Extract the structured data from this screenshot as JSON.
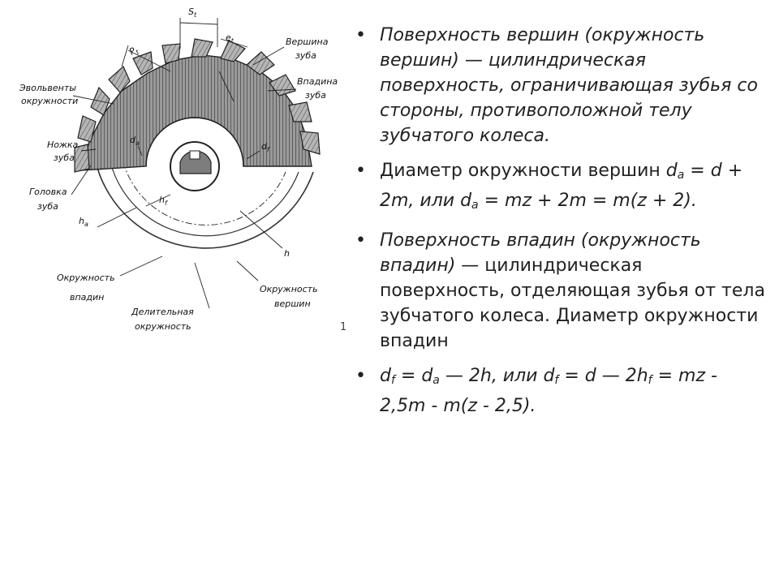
{
  "diagram": {
    "labels": {
      "s_t": "S",
      "s_t_sub": "t",
      "p_t": "P",
      "p_t_sub": "t",
      "e_t": "e",
      "e_t_sub": "t",
      "vershina_line1": "Вершина",
      "vershina_line2": "зуба",
      "vpadina_line1": "Впадина",
      "vpadina_line2": "зуба",
      "evolventy_line1": "Эвольвенты",
      "evolventy_line2": "окружности",
      "nozhka_line1": "Ножка",
      "nozhka_line2": "зуба",
      "golovka_line1": "Головка",
      "golovka_line2": "зуба",
      "d_a": "d",
      "d_a_sub": "a",
      "d_f": "d",
      "d_f_sub": "f",
      "h_f": "h",
      "h_f_sub": "f",
      "h_a": "h",
      "h_a_sub": "a",
      "h": "h",
      "okr_vpadin_line1": "Окружность",
      "okr_vpadin_line2": "впадин",
      "okr_vershin_line1": "Окружность",
      "okr_vershin_line2": "вершин",
      "delit_line1": "Делительная",
      "delit_line2": "окружность"
    }
  },
  "stray_mark": "1",
  "bullets": [
    {
      "bullet": "•",
      "text": " Поверхность вершин (окружность вершин) — цилиндрическая поверхность, ограничивающая зубья со стороны, противоположной телу зубчатого колеса."
    },
    {
      "bullet": "•",
      "p1": "Диаметр окружности вершин ",
      "p2": "d",
      "p3": "a",
      "p4": " = d + 2m, или d",
      "p5": "a",
      "p6": " = mz + 2m = m(z + 2)."
    },
    {
      "bullet": "•",
      "p1": "Поверхность впадин (окружность впадин)",
      "p2": " — цилиндрическая поверхность, отделяющая зубья от тела зубчатого колеса. Диаметр окружности впадин"
    },
    {
      "bullet": "•",
      "p1": "d",
      "p2": "f",
      "p3": " = d",
      "p4": "a",
      "p5": " — 2h, или d",
      "p6": "f",
      "p7": " = d — 2h",
      "p8": "f",
      "p9": " = mz - 2,5m - m(z - 2,5)."
    }
  ]
}
